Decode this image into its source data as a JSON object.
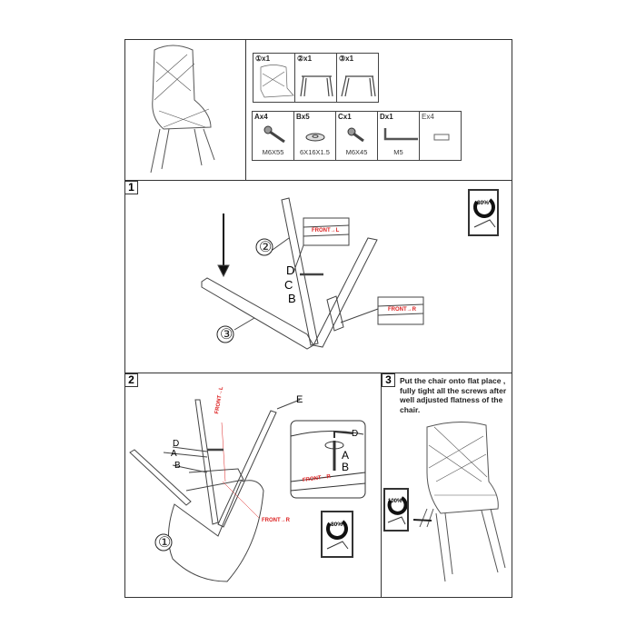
{
  "parts": [
    {
      "label": "①x1",
      "icon": "seat-icon"
    },
    {
      "label": "②x1",
      "icon": "front-leg-frame-icon"
    },
    {
      "label": "③x1",
      "icon": "back-leg-frame-icon"
    }
  ],
  "hardware": [
    {
      "label": "Ax4",
      "spec": "M6X55"
    },
    {
      "label": "Bx5",
      "spec": "6X16X1.5"
    },
    {
      "label": "Cx1",
      "spec": "M6X45"
    },
    {
      "label": "Dx1",
      "spec": "M5"
    },
    {
      "label": "Ex4",
      "spec": ""
    }
  ],
  "step1": {
    "number": "1",
    "callouts": {
      "frame2": "②",
      "frame3": "③",
      "D": "D",
      "C": "C",
      "B": "B"
    },
    "front_l": "FRONT→L",
    "front_r": "FRONT→R",
    "tighten": "80%"
  },
  "step2": {
    "number": "2",
    "callouts": {
      "seat": "①",
      "E": "E",
      "D": "D",
      "A": "A",
      "B": "B",
      "dD": "D",
      "dA": "A",
      "dB": "B"
    },
    "front_l": "FRONT→L",
    "front_r": "FRONT→R",
    "detail_front_r": "FRONT→R",
    "tighten": "80%"
  },
  "step3": {
    "number": "3",
    "text": "Put the chair onto flat place , fully tight all the screws after well adjusted flatness of the chair.",
    "tighten": "100%"
  },
  "colors": {
    "line": "#333333",
    "accent": "#dd2222"
  }
}
